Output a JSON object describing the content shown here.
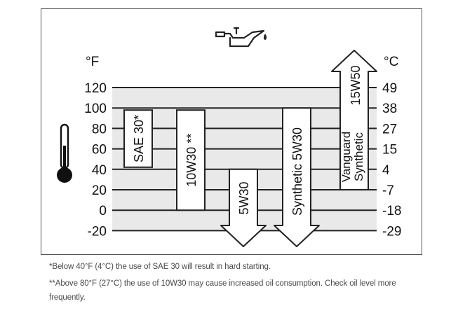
{
  "chart_data": {
    "type": "diagram",
    "left_axis": {
      "unit": "°F",
      "ticks": [
        "120",
        "100",
        "80",
        "60",
        "40",
        "20",
        "0",
        "-20"
      ],
      "values": [
        120,
        100,
        80,
        60,
        40,
        20,
        0,
        -20
      ]
    },
    "right_axis": {
      "unit": "°C",
      "ticks": [
        "49",
        "38",
        "27",
        "15",
        "4",
        "-7",
        "-18",
        "-29"
      ]
    },
    "oils": [
      {
        "label": "SAE 30*",
        "min_f": 40,
        "max_f": 100,
        "shape": "box"
      },
      {
        "label": "10W30 **",
        "min_f": 0,
        "max_f": 100,
        "shape": "box"
      },
      {
        "label": "5W30",
        "min_f": null,
        "max_f": 40,
        "shape": "arrow-down"
      },
      {
        "label": "Synthetic 5W30",
        "min_f": null,
        "max_f": 100,
        "shape": "arrow-down"
      },
      {
        "label_line1": "15W50",
        "label_line2": "Vanguard",
        "label_line3": "Synthetic",
        "min_f": 20,
        "max_f": null,
        "shape": "arrow-up"
      }
    ]
  },
  "icons": {
    "top": "oil-can-icon",
    "left": "thermometer-icon"
  },
  "footnotes": [
    "*Below 40°F (4°C) the use of SAE 30 will result in hard starting.",
    "**Above 80°F (27°C) the use of 10W30 may cause increased oil consumption. Check oil level more",
    "frequently."
  ]
}
